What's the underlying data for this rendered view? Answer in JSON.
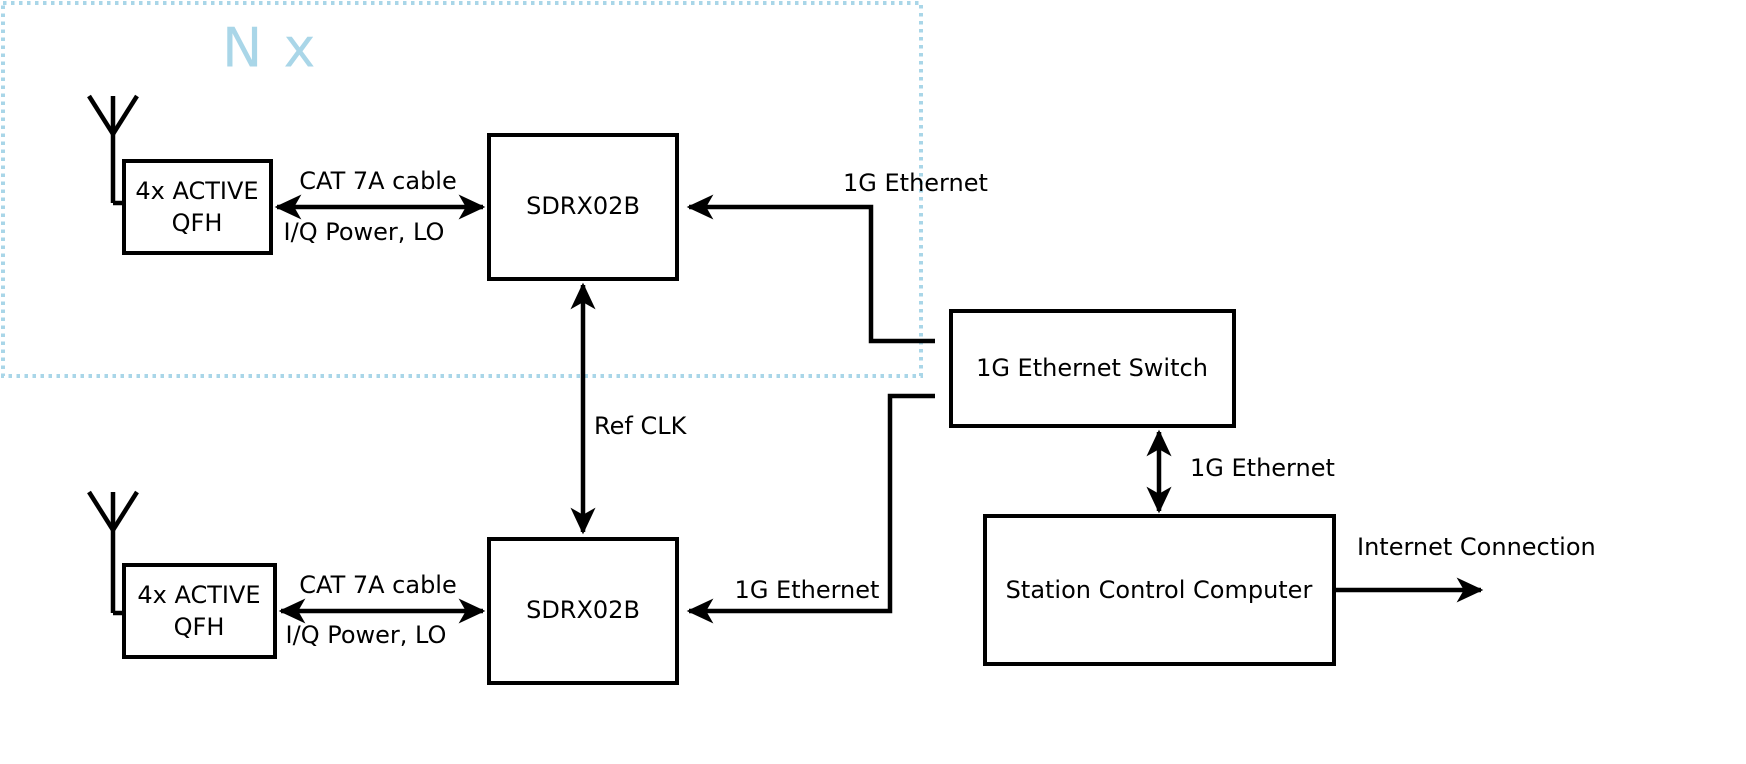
{
  "diagram": {
    "title": "SDR Ground Station Block Diagram",
    "background_color": "#ffffff",
    "line_color": "#000000",
    "accent_color": "#a9d6e8",
    "group": {
      "label": "N x",
      "color": "#a9d6e8",
      "style": "dotted"
    },
    "blocks": [
      {
        "id": "antenna-top",
        "type": "antenna",
        "label": ""
      },
      {
        "id": "qfh-top",
        "type": "box",
        "line1": "4x ACTIVE",
        "line2": "QFH"
      },
      {
        "id": "sdrx-top",
        "type": "box",
        "line1": "SDRX02B",
        "line2": ""
      },
      {
        "id": "antenna-bottom",
        "type": "antenna",
        "label": ""
      },
      {
        "id": "qfh-bottom",
        "type": "box",
        "line1": "4x ACTIVE",
        "line2": "QFH"
      },
      {
        "id": "sdrx-bottom",
        "type": "box",
        "line1": "SDRX02B",
        "line2": ""
      },
      {
        "id": "switch",
        "type": "box",
        "line1": "1G Ethernet Switch",
        "line2": ""
      },
      {
        "id": "computer",
        "type": "box",
        "line1": "Station Control Computer",
        "line2": ""
      }
    ],
    "edges": [
      {
        "id": "cat7a-top",
        "label": "CAT 7A cable",
        "from": "qfh-top",
        "to": "sdrx-top",
        "arrow": "both"
      },
      {
        "id": "iq-top",
        "label": "I/Q Power, LO",
        "from": "sdrx-top",
        "to": "qfh-top",
        "arrow": "both"
      },
      {
        "id": "eth-top",
        "label": "1G Ethernet",
        "from": "switch",
        "to": "sdrx-top",
        "arrow": "single"
      },
      {
        "id": "refclk",
        "label": "Ref CLK",
        "from": "sdrx-bottom",
        "to": "sdrx-top",
        "arrow": "both"
      },
      {
        "id": "cat7a-bottom",
        "label": "CAT 7A cable",
        "from": "qfh-bottom",
        "to": "sdrx-bottom",
        "arrow": "both"
      },
      {
        "id": "iq-bottom",
        "label": "I/Q Power, LO",
        "from": "sdrx-bottom",
        "to": "qfh-bottom",
        "arrow": "both"
      },
      {
        "id": "eth-bottom",
        "label": "1G Ethernet",
        "from": "switch",
        "to": "sdrx-bottom",
        "arrow": "single"
      },
      {
        "id": "eth-computer",
        "label": "1G Ethernet",
        "from": "switch",
        "to": "computer",
        "arrow": "both"
      },
      {
        "id": "internet",
        "label": "Internet Connection",
        "from": "computer",
        "to": "external",
        "arrow": "single"
      }
    ]
  },
  "labels": {
    "group_n_x": "N x",
    "qfh_top_line1": "4x ACTIVE",
    "qfh_top_line2": "QFH",
    "qfh_bottom_line1": "4x ACTIVE",
    "qfh_bottom_line2": "QFH",
    "sdrx_top": "SDRX02B",
    "sdrx_bottom": "SDRX02B",
    "switch": "1G Ethernet Switch",
    "computer": "Station Control Computer",
    "cat7a_top": "CAT 7A cable",
    "iq_top": "I/Q Power, LO",
    "cat7a_bottom": "CAT 7A cable",
    "iq_bottom": "I/Q Power, LO",
    "eth_top": "1G Ethernet",
    "eth_bottom": "1G Ethernet",
    "eth_computer": "1G Ethernet",
    "refclk": "Ref CLK",
    "internet": "Internet Connection"
  }
}
